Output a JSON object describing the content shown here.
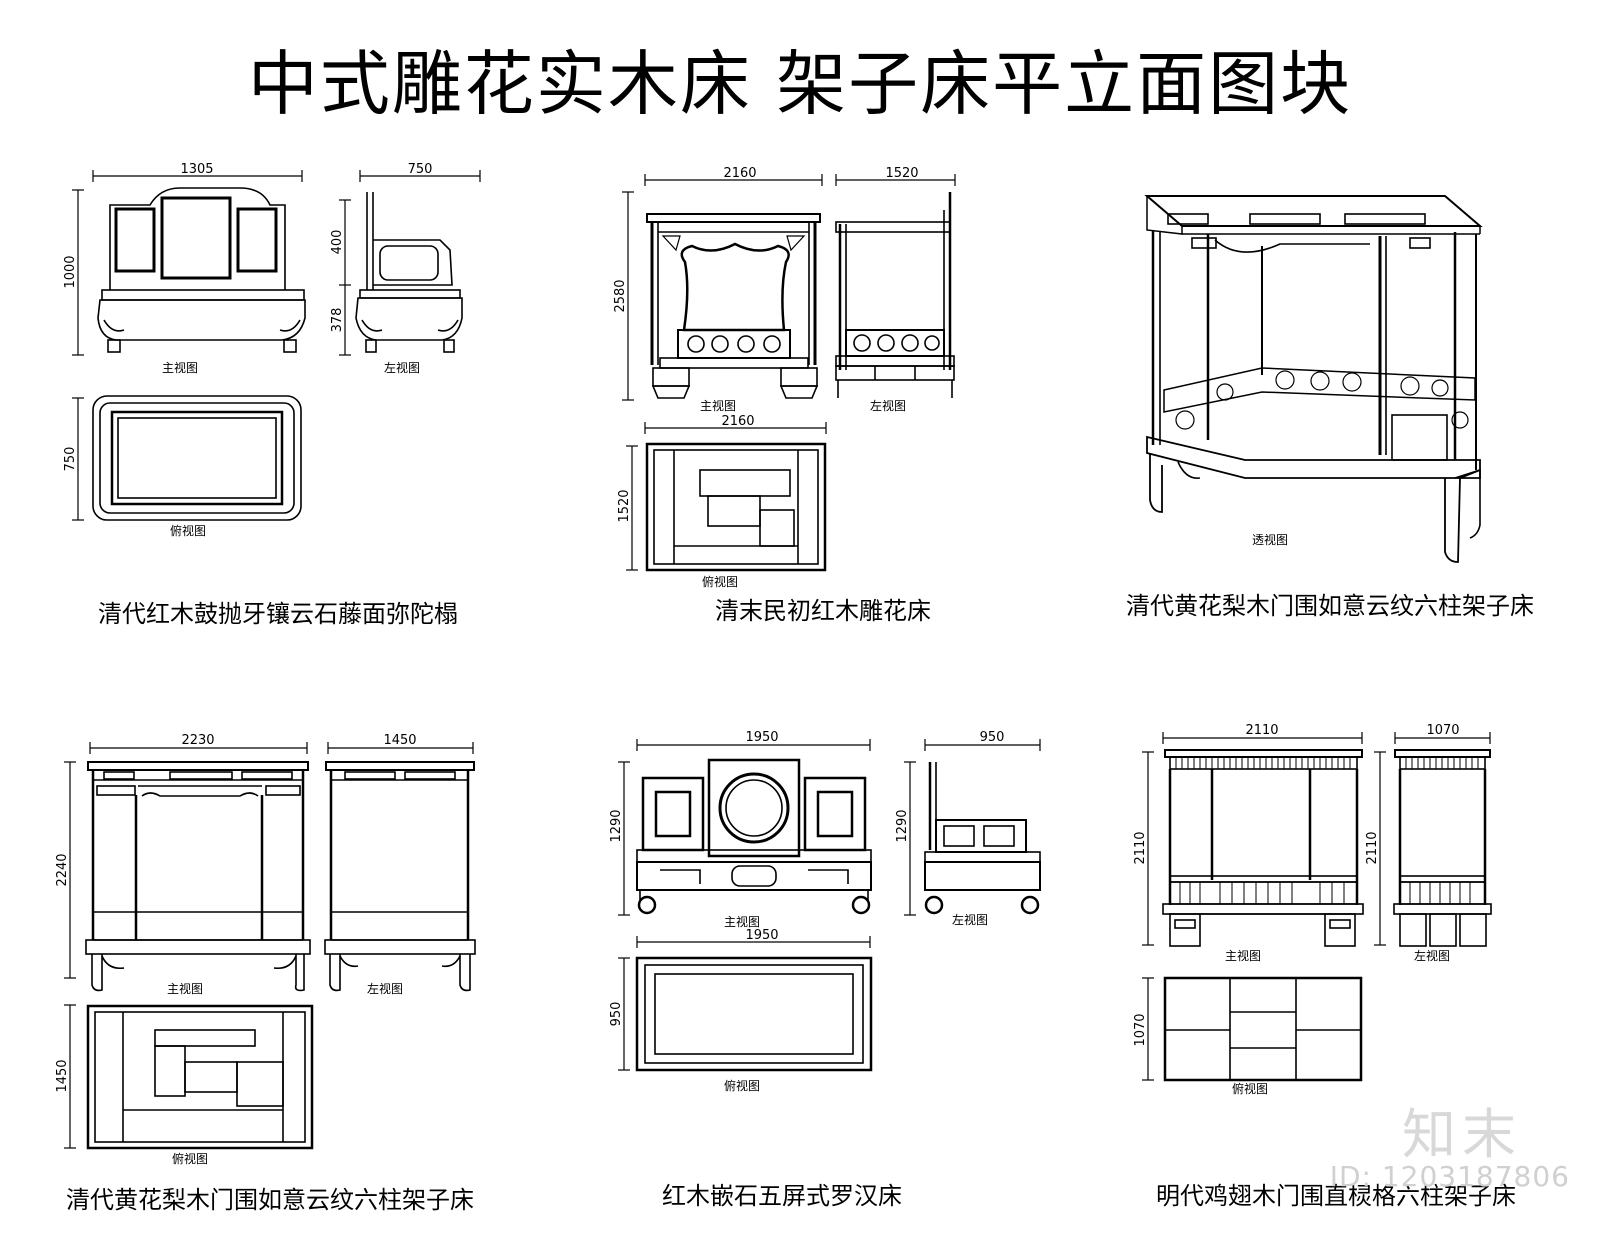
{
  "title": "中式雕花实木床  架子床平立面图块",
  "view_labels": {
    "front": "主视图",
    "side": "左视图",
    "top": "俯视图",
    "persp": "透视图"
  },
  "beds": [
    {
      "caption": "清代红木鼓抛牙镶云石藤面弥陀榻",
      "dims": {
        "front_w": "1305",
        "front_h": "1000",
        "side_w": "750",
        "side_h1": "400",
        "side_h2": "378",
        "top_h": "750"
      }
    },
    {
      "caption": "清末民初红木雕花床",
      "dims": {
        "front_w": "2160",
        "front_h": "2580",
        "side_w": "1520",
        "top_w": "2160",
        "top_h": "1520"
      }
    },
    {
      "caption": "清代黄花梨木门围如意云纹六柱架子床"
    },
    {
      "caption": "清代黄花梨木门围如意云纹六柱架子床",
      "dims": {
        "front_w": "2230",
        "front_h": "2240",
        "side_w": "1450",
        "top_h": "1450"
      }
    },
    {
      "caption": "红木嵌石五屏式罗汉床",
      "dims": {
        "front_w": "1950",
        "front_h": "1290",
        "side_w": "950",
        "side_h": "1290",
        "top_w": "1950",
        "top_h": "950"
      }
    },
    {
      "caption": "明代鸡翅木门围直棂格六柱架子床",
      "dims": {
        "front_w": "2110",
        "front_h": "2110",
        "side_w": "1070",
        "side_h": "2110",
        "top_h": "1070"
      }
    }
  ],
  "watermark": {
    "logo": "知末",
    "id": "ID: 1203187806"
  }
}
